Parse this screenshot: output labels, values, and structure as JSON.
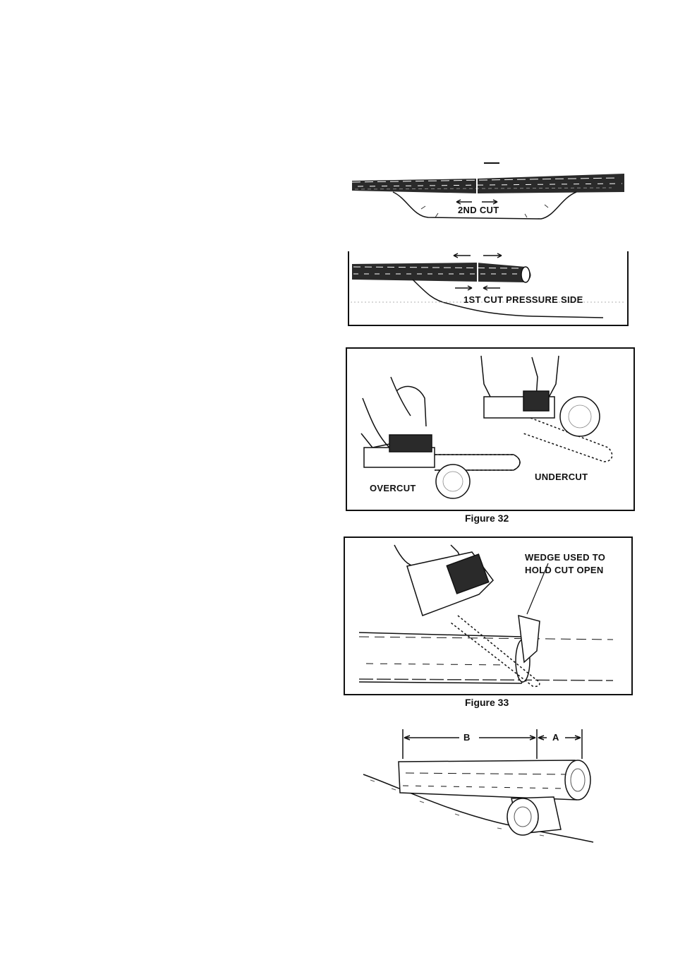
{
  "fig_a": {
    "label": "2ND  CUT"
  },
  "fig_b": {
    "label": "1ST CUT PRESSURE SIDE"
  },
  "fig32": {
    "overcut": "OVERCUT",
    "undercut": "UNDERCUT",
    "caption": "Figure 32"
  },
  "fig33": {
    "wedge_line1": "WEDGE USED TO",
    "wedge_line2": "HOLD CUT OPEN",
    "caption": "Figure 33"
  },
  "fig34": {
    "label_b": "B",
    "label_a": "A"
  }
}
